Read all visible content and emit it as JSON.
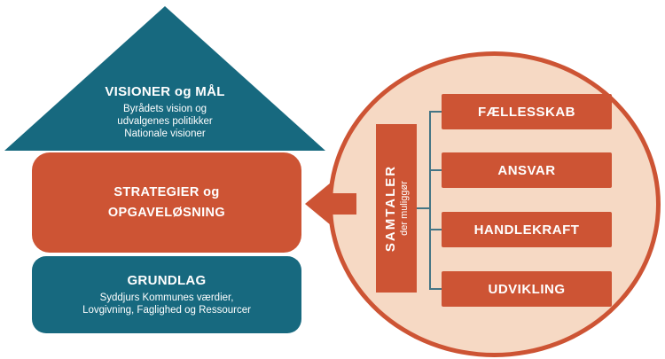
{
  "colors": {
    "teal": "#17697f",
    "orange": "#cd5434",
    "peach": "#f6d9c4",
    "connector_line": "#447585",
    "text": "#ffffff"
  },
  "house": {
    "roof": {
      "title": "VISIONER og MÅL",
      "line1": "Byrådets vision og",
      "line2": "udvalgenes politikker",
      "line3": "Nationale visioner"
    },
    "strategy": {
      "line1": "STRATEGIER og",
      "line2": "OPGAVELØSNING"
    },
    "foundation": {
      "title": "GRUNDLAG",
      "line1": "Syddjurs Kommunes værdier,",
      "line2": "Lovgivning, Faglighed og Ressourcer"
    }
  },
  "circle": {
    "vertical": {
      "title": "SAMTALER",
      "subtitle": "der muliggør"
    },
    "items": [
      {
        "label": "FÆLLESSKAB"
      },
      {
        "label": "ANSVAR"
      },
      {
        "label": "HANDLEKRAFT"
      },
      {
        "label": "UDVIKLING"
      }
    ]
  }
}
